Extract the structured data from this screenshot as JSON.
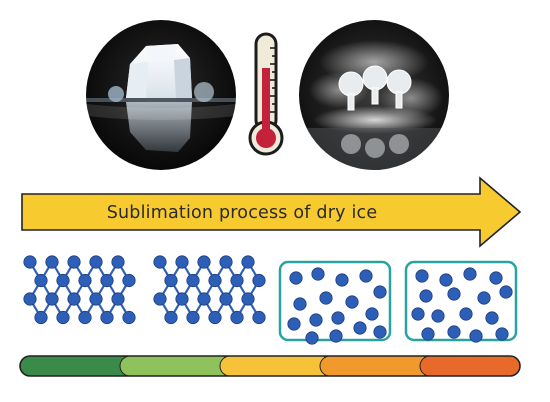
{
  "caption": "Sublimation process of dry ice",
  "colors": {
    "arrow_fill": "#f7cb2f",
    "arrow_stroke": "#222222",
    "molecule_fill": "#2d5fb8",
    "molecule_stroke": "#1f3d7a",
    "bond": "#2d5fb8",
    "gas_box_stroke": "#2aa3a0",
    "bar_segments": [
      "#3a8a4a",
      "#8ec25a",
      "#f6c23a",
      "#f2992e",
      "#e86a2a"
    ]
  },
  "icons": {
    "left_photo": "dry-ice-block-photo",
    "center": "thermometer-icon",
    "right_photo": "dry-ice-fog-photo"
  },
  "states": [
    "solid-lattice",
    "solid-lattice",
    "gas",
    "gas"
  ]
}
